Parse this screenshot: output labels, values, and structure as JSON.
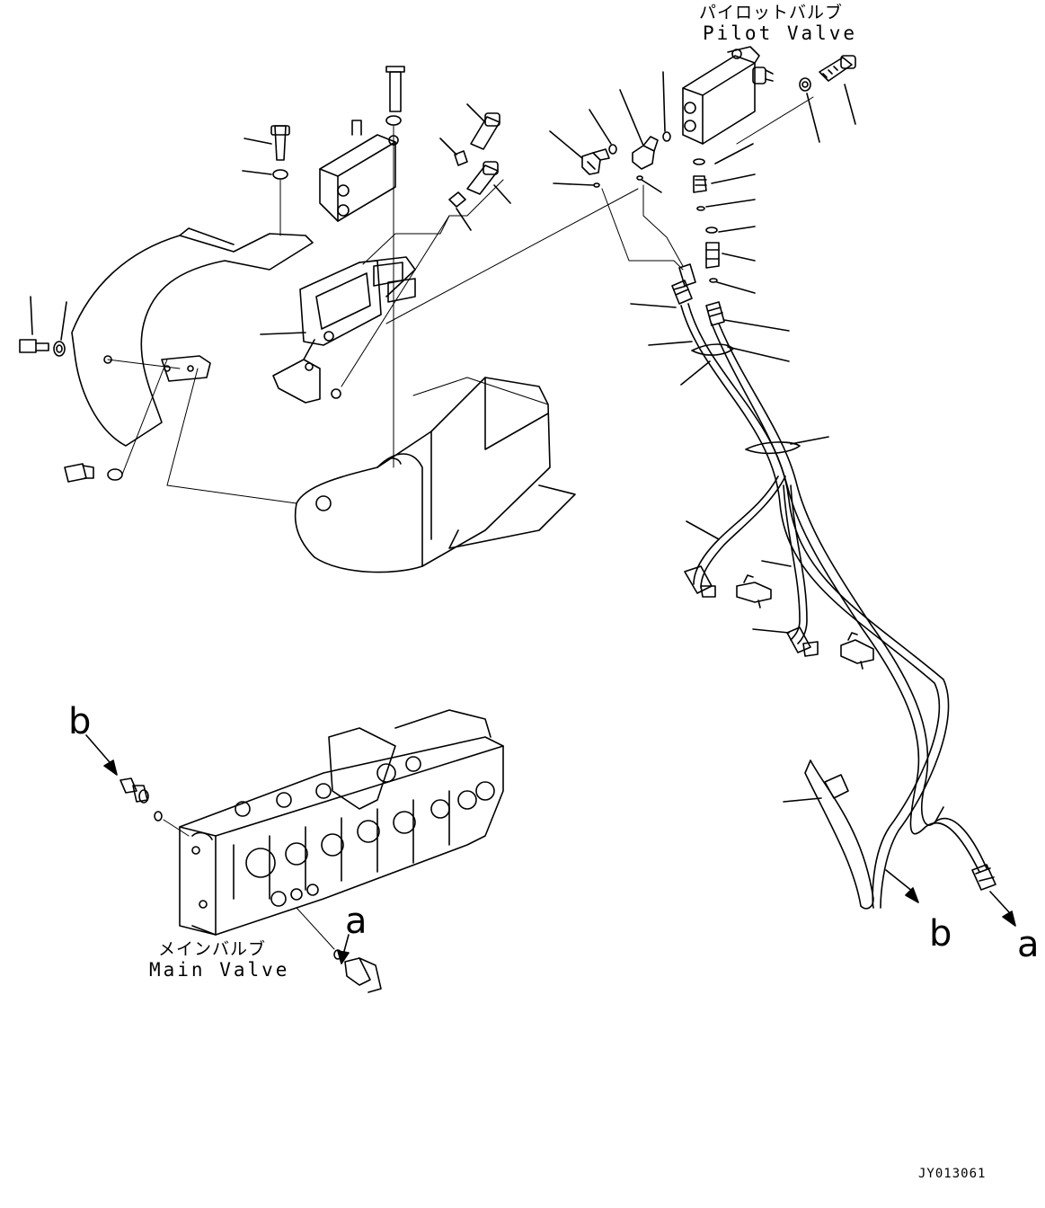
{
  "labels": {
    "pilot_valve_jp": "パイロットバルブ",
    "pilot_valve_en": "Pilot Valve",
    "main_valve_jp": "メインバルブ",
    "main_valve_en": "Main Valve"
  },
  "connectors": {
    "a_hose": "a",
    "b_hose": "b",
    "a_valve": "a",
    "b_valve": "b"
  },
  "drawing_code": "JY013061"
}
